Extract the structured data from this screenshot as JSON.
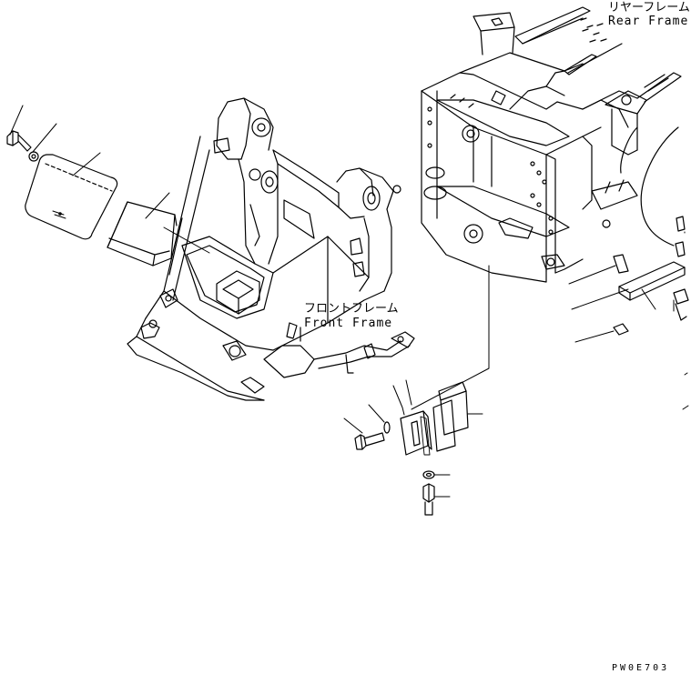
{
  "labels": {
    "rear_frame_jp": "リヤーフレーム",
    "rear_frame_en": "Rear Frame",
    "front_frame_jp": "フロントフレーム",
    "front_frame_en": "Front Frame"
  },
  "drawing_code": "PW0E703",
  "colors": {
    "line": "#000000",
    "background": "#ffffff"
  }
}
